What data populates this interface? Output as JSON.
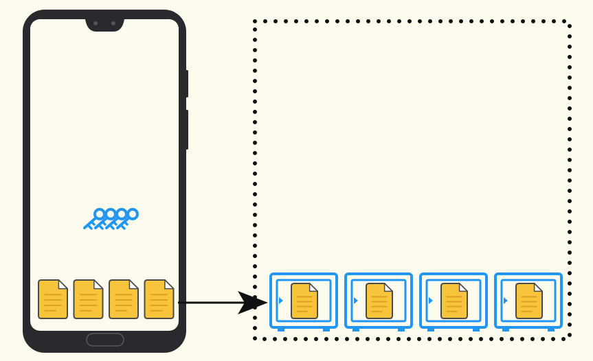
{
  "colors": {
    "background": "#fdfbee",
    "phone_body": "#2a2a2e",
    "phone_screen": "#fdfbee",
    "key": "#2196f3",
    "document_fill": "#f8c43c",
    "document_outline": "#4a4a4a",
    "document_lines": "#e0a020",
    "vault": "#2196f3",
    "arrow": "#111111",
    "dotted_border": "#111111"
  },
  "phone": {
    "icons": {
      "keys": {
        "name": "key-icon",
        "count": 4
      },
      "documents": {
        "name": "document-icon",
        "count": 4
      }
    }
  },
  "transfer_arrow": {
    "name": "arrow-right-icon"
  },
  "storage": {
    "border_style": "dotted",
    "vaults": {
      "name": "vault-icon",
      "count": 4,
      "contains": "document-icon"
    }
  }
}
